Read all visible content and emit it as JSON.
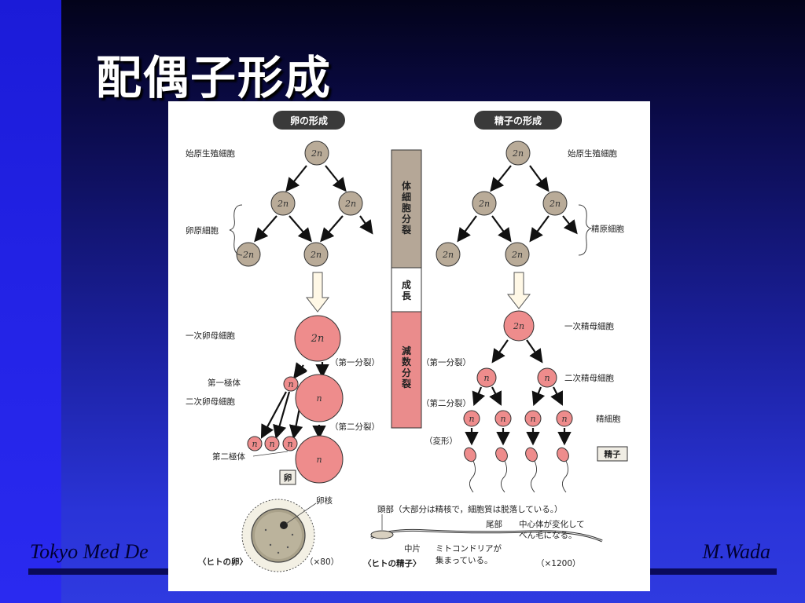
{
  "slide": {
    "title": "配偶子形成",
    "footer_left": "Tokyo Med De",
    "footer_right": "M.Wada"
  },
  "figure": {
    "oogenesis_header": "卵の形成",
    "spermatogenesis_header": "精子の形成",
    "stage_mitosis": [
      "体",
      "細",
      "胞",
      "分",
      "裂"
    ],
    "stage_growth": [
      "成",
      "長"
    ],
    "stage_meiosis": [
      "減",
      "数",
      "分",
      "裂"
    ],
    "labels_left": {
      "primordial": "始原生殖細胞",
      "oogonia": "卵原細胞",
      "primary_oocyte": "一次卵母細胞",
      "first_polar": "第一極体",
      "secondary_oocyte": "二次卵母細胞",
      "second_polar": "第二極体",
      "egg_box": "卵",
      "first_division": "（第一分裂）",
      "second_division": "（第二分裂）"
    },
    "labels_right": {
      "primordial": "始原生殖細胞",
      "spermatogonia": "精原細胞",
      "primary_spermatocyte": "一次精母細胞",
      "secondary_spermatocyte": "二次精母細胞",
      "spermatid": "精細胞",
      "sperm_box": "精子",
      "first_division": "（第一分裂）",
      "second_division": "（第二分裂）",
      "metamorphosis": "（変形）"
    },
    "cell_2n": "2n",
    "cell_n": "n",
    "bottom": {
      "egg_nucleus": "卵核",
      "human_egg": "〈ヒトの卵〉",
      "egg_mag": "（×80）",
      "head_note": "頭部（大部分は精核で，細胞質は脱落している。）",
      "tail_label": "尾部",
      "tail_note_1": "中心体が変化して",
      "tail_note_2": "べん毛になる。",
      "midpiece_label": "中片",
      "midpiece_note_1": "ミトコンドリアが",
      "midpiece_note_2": "集まっている。",
      "human_sperm": "〈ヒトの精子〉",
      "sperm_mag": "（×1200）"
    }
  },
  "colors": {
    "cell_gray": "#b9ab98",
    "cell_pink": "#ee8c8c",
    "stage_gray": "#b5a797",
    "stage_pink": "#ea8c8c",
    "header_bg": "#3a3a3a"
  }
}
